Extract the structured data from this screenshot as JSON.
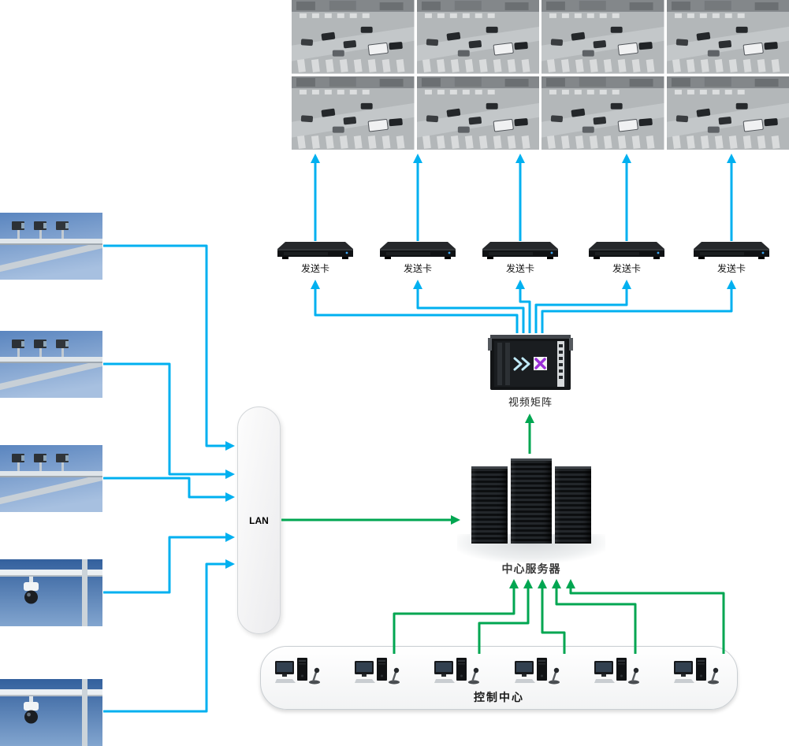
{
  "colors": {
    "camera_link": "#00b0f0",
    "control_link": "#00a651",
    "background": "#ffffff"
  },
  "video_wall": {
    "rows": 2,
    "cols": 4,
    "tile_icon": "traffic-intersection-cctv-frame"
  },
  "sender_card": {
    "label": "发送卡",
    "count": 5
  },
  "video_matrix": {
    "label": "视频矩阵"
  },
  "lan": {
    "label": "LAN"
  },
  "central_server": {
    "label": "中心服务器"
  },
  "control_center": {
    "label": "控制中心",
    "workstation_count": 6
  },
  "cameras": {
    "count": 5,
    "types": [
      "gantry-camera",
      "gantry-camera",
      "gantry-camera",
      "ptz-dome-camera",
      "ptz-dome-camera"
    ]
  }
}
